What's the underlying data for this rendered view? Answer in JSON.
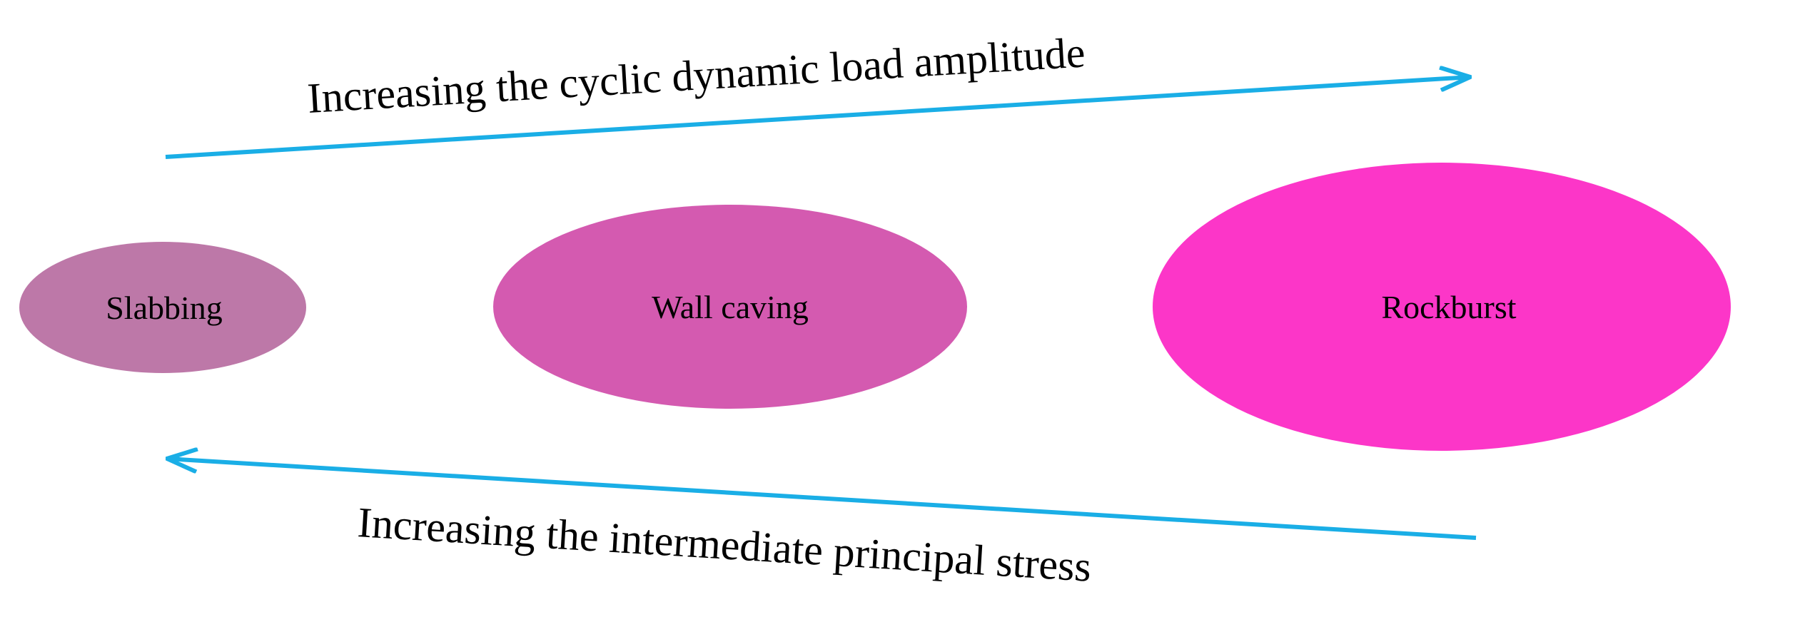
{
  "colors": {
    "arrow": "#1aaee6",
    "slabbing": "#bd78a8",
    "wall_caving": "#d45ab0",
    "rockburst": "#fc36c8",
    "text": "#000000"
  },
  "top_arrow": {
    "label": "Increasing the cyclic dynamic load amplitude"
  },
  "bottom_arrow": {
    "label": "Increasing the intermediate principal stress"
  },
  "nodes": {
    "slabbing": {
      "label": "Slabbing"
    },
    "wall_caving": {
      "label": "Wall caving"
    },
    "rockburst": {
      "label": "Rockburst"
    }
  }
}
